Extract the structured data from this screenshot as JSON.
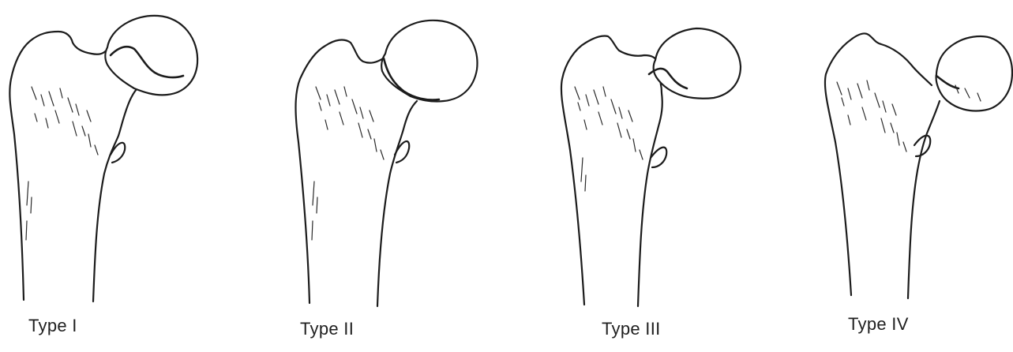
{
  "figure": {
    "panels": [
      {
        "label": "Type I"
      },
      {
        "label": "Type II"
      },
      {
        "label": "Type III"
      },
      {
        "label": "Type IV"
      }
    ]
  }
}
